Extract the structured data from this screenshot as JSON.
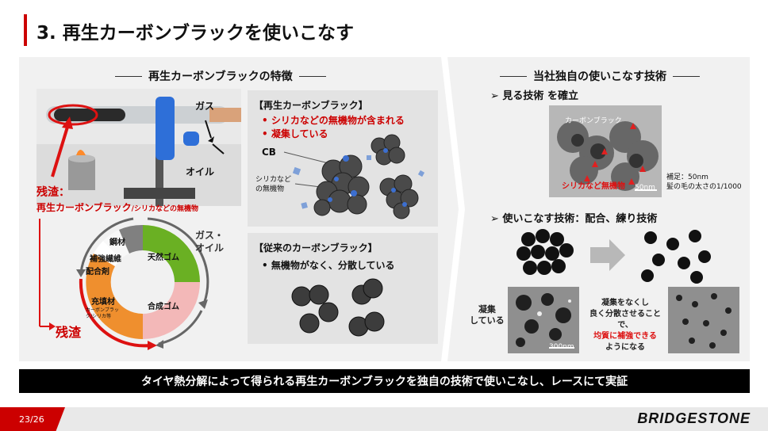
{
  "title": "3. 再生カーボンブラックを使いこなす",
  "left_section": {
    "heading": "再生カーボンブラックの特徴",
    "photo_labels": {
      "gas": "ガス",
      "oil": "オイル"
    },
    "residue_label_line1": "残渣：",
    "residue_label_line2_main": "再生カーボンブラック",
    "residue_label_line2_sub": "/シリカなどの無機物",
    "donut": {
      "segments": [
        {
          "label": "天然ゴム",
          "color": "#6ab023"
        },
        {
          "label": "合成ゴム",
          "color": "#f3b8b8"
        },
        {
          "label": "充填材",
          "color": "#ef8f2e"
        },
        {
          "label": "カーボンブラック/シリカ等",
          "color": "#ef8f2e"
        },
        {
          "label": "配合剤",
          "color": "#ffffff"
        },
        {
          "label": "補強繊維",
          "color": "#ffffff"
        },
        {
          "label": "鋼材",
          "color": "#808080"
        }
      ],
      "gas_oil_label": "ガス・\nオイル",
      "residue_label": "残渣"
    },
    "recycled_box": {
      "heading": "【再生カーボンブラック】",
      "bullets": [
        "シリカなどの無機物が含まれる",
        "凝集している"
      ],
      "cb_label": "CB",
      "silica_label": "シリカなど\nの無機物"
    },
    "conventional_box": {
      "heading": "【従来のカーボンブラック】",
      "bullets": [
        "無機物がなく、分散している"
      ]
    }
  },
  "right_section": {
    "heading": "当社独自の使いこなす技術",
    "sub1": "見る技術 を確立",
    "tem_labels": {
      "cb": "カーボンブラック",
      "silica": "シリカなど無機物",
      "scale": "50nm"
    },
    "note": "補足：50nm\n髪の毛の太さの1/1000",
    "sub2": "使いこなす技術：配合、練り技術",
    "before_label": "凝集\nしている",
    "after_text_line1": "凝集をなくし",
    "after_text_line2": "良く分散させることで、",
    "after_text_line3_red": "均質に補強できる",
    "after_text_line4": "ようになる",
    "scale2": "300nm"
  },
  "banner": "タイヤ熱分解によって得られる再生カーボンブラックを独自の技術で使いこなし、レースにて実証",
  "footer": {
    "page": "23/26",
    "brand": "BRIDGESTONE"
  }
}
